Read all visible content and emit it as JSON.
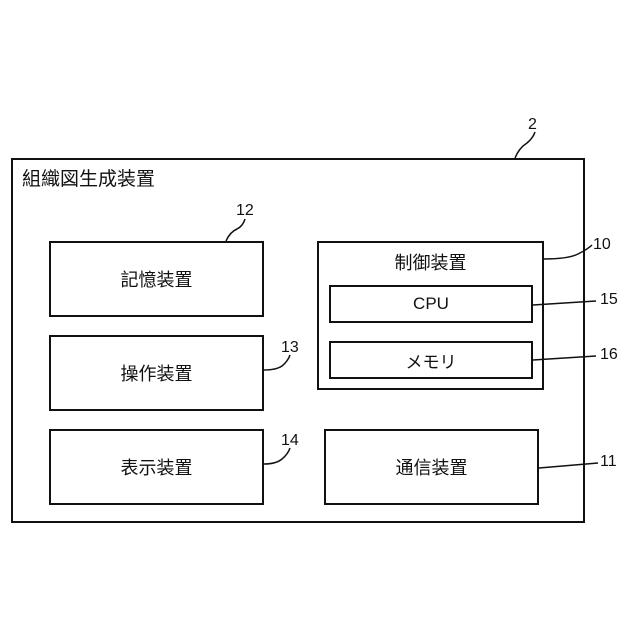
{
  "device": {
    "title": "組織図生成装置",
    "ref": "2"
  },
  "storage": {
    "label": "記憶装置",
    "ref": "12"
  },
  "operation": {
    "label": "操作装置",
    "ref": "13"
  },
  "display": {
    "label": "表示装置",
    "ref": "14"
  },
  "control": {
    "label": "制御装置",
    "ref": "10",
    "cpu": {
      "label": "CPU",
      "ref": "15"
    },
    "memory": {
      "label": "メモリ",
      "ref": "16"
    }
  },
  "communication": {
    "label": "通信装置",
    "ref": "11"
  }
}
